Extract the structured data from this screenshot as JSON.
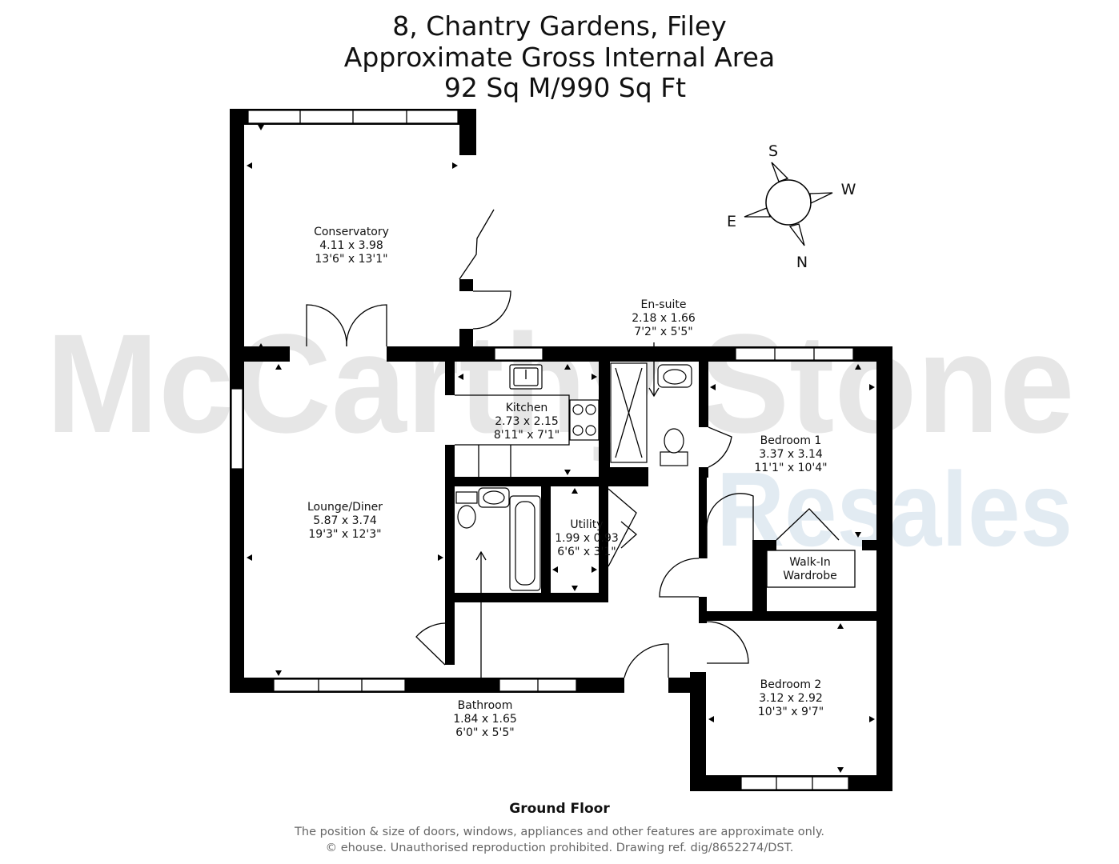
{
  "header": {
    "address": "8, Chantry Gardens, Filey",
    "area_title": "Approximate Gross Internal Area",
    "area_value": "92 Sq M/990 Sq Ft"
  },
  "watermark": {
    "line1": "McCarthy Stone",
    "line2": "Resales"
  },
  "compass": {
    "s": "S",
    "w": "W",
    "e": "E",
    "n": "N"
  },
  "rooms": {
    "conservatory": {
      "name": "Conservatory",
      "metric": "4.11 x 3.98",
      "imperial": "13'6\" x 13'1\""
    },
    "ensuite": {
      "name": "En-suite",
      "metric": "2.18 x 1.66",
      "imperial": "7'2\" x 5'5\""
    },
    "kitchen": {
      "name": "Kitchen",
      "metric": "2.73 x 2.15",
      "imperial": "8'11\" x 7'1\""
    },
    "bedroom1": {
      "name": "Bedroom 1",
      "metric": "3.37 x 3.14",
      "imperial": "11'1\" x 10'4\""
    },
    "lounge": {
      "name": "Lounge/Diner",
      "metric": "5.87 x 3.74",
      "imperial": "19'3\" x 12'3\""
    },
    "utility": {
      "name": "Utility",
      "metric": "1.99 x 0.93",
      "imperial": "6'6\" x 3'1\""
    },
    "wardrobe": {
      "name_line1": "Walk-In",
      "name_line2": "Wardrobe"
    },
    "bedroom2": {
      "name": "Bedroom 2",
      "metric": "3.12 x 2.92",
      "imperial": "10'3\" x 9'7\""
    },
    "bathroom": {
      "name": "Bathroom",
      "metric": "1.84 x 1.65",
      "imperial": "6'0\" x 5'5\""
    }
  },
  "floor_label": "Ground Floor",
  "disclaimer": {
    "line1": "The position & size of doors, windows, appliances and other features are approximate only.",
    "line2": "© ehouse. Unauthorised reproduction prohibited. Drawing ref. dig/8652274/DST."
  }
}
